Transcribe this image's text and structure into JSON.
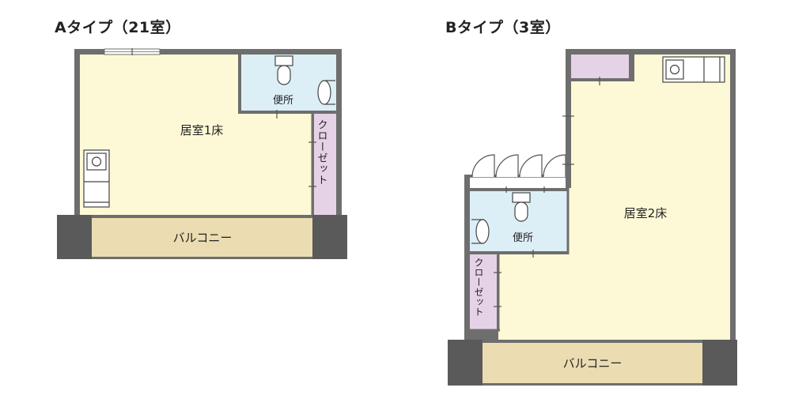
{
  "colors": {
    "room": "#FDF9D6",
    "toilet": "#DCEEF6",
    "closet": "#E6D2E6",
    "balcony": "#EBDDB1",
    "pillar": "#5A5A5A",
    "wall": "#6E6E6E",
    "line": "#555555"
  },
  "plan_a": {
    "title": "Aタイプ（21室）",
    "room_label": "居室1床",
    "toilet_label": "便所",
    "closet_label": "クローゼット",
    "balcony_label": "バルコニー"
  },
  "plan_b": {
    "title": "Bタイプ（3室）",
    "room_label": "居室2床",
    "toilet_label": "便所",
    "closet_label": "クローゼット",
    "balcony_label": "バルコニー"
  },
  "icons": [
    "toilet-icon",
    "sink-icon",
    "kitchenette-icon",
    "door-swing-icon"
  ]
}
